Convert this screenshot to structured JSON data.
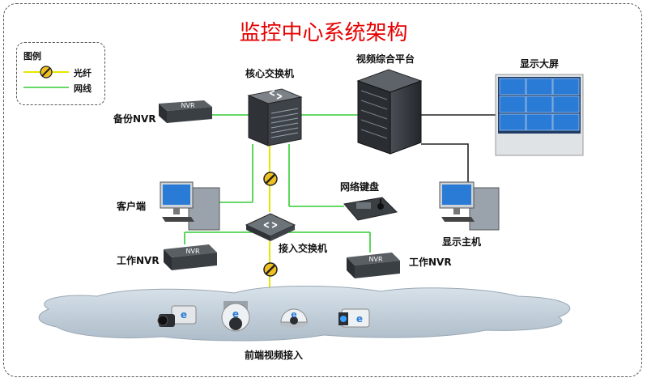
{
  "title": "监控中心系统架构",
  "legend": {
    "heading": "图例",
    "fiber_label": "光纤",
    "network_label": "网线"
  },
  "nodes": {
    "core_switch": "核心交换机",
    "video_platform": "视频综合平台",
    "display_wall": "显示大屏",
    "backup_nvr": "备份NVR",
    "client": "客户端",
    "network_keyboard": "网络键盘",
    "display_host": "显示主机",
    "access_switch": "接入交换机",
    "work_nvr_left": "工作NVR",
    "work_nvr_right": "工作NVR",
    "frontend": "前端视频接入"
  },
  "nvr_badge": "NVR",
  "colors": {
    "title": "#e60000",
    "network_line": "#33cc33",
    "fiber_line": "#e6e600",
    "fiber_badge": "#f0c020",
    "connector_black": "#222222",
    "screen_blue": "#2a7bd6"
  }
}
